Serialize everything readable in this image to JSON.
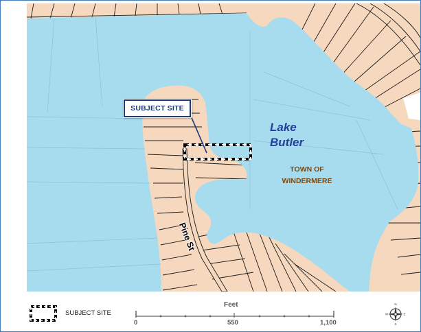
{
  "map": {
    "callout": "SUBJECT SITE",
    "lake_name_line1": "Lake",
    "lake_name_line2": "Butler",
    "town_line1": "TOWN OF",
    "town_line2": "WINDERMERE",
    "street": "Pine St",
    "colors": {
      "water": "#a6dcee",
      "land": "#f6d8bf",
      "parcel_line": "#1a1a1a",
      "callout_text": "#1f3a7a",
      "lake_label": "#23409a",
      "town_label": "#7a4a12",
      "frame_border": "#3f7fbf"
    }
  },
  "legend": {
    "site_label": "SUBJECT SITE",
    "scale_title": "Feet",
    "scale_ticks": [
      "0",
      "550",
      "1,100"
    ],
    "compass_letters": {
      "n": "N",
      "s": "S",
      "e": "E",
      "w": "W"
    }
  }
}
